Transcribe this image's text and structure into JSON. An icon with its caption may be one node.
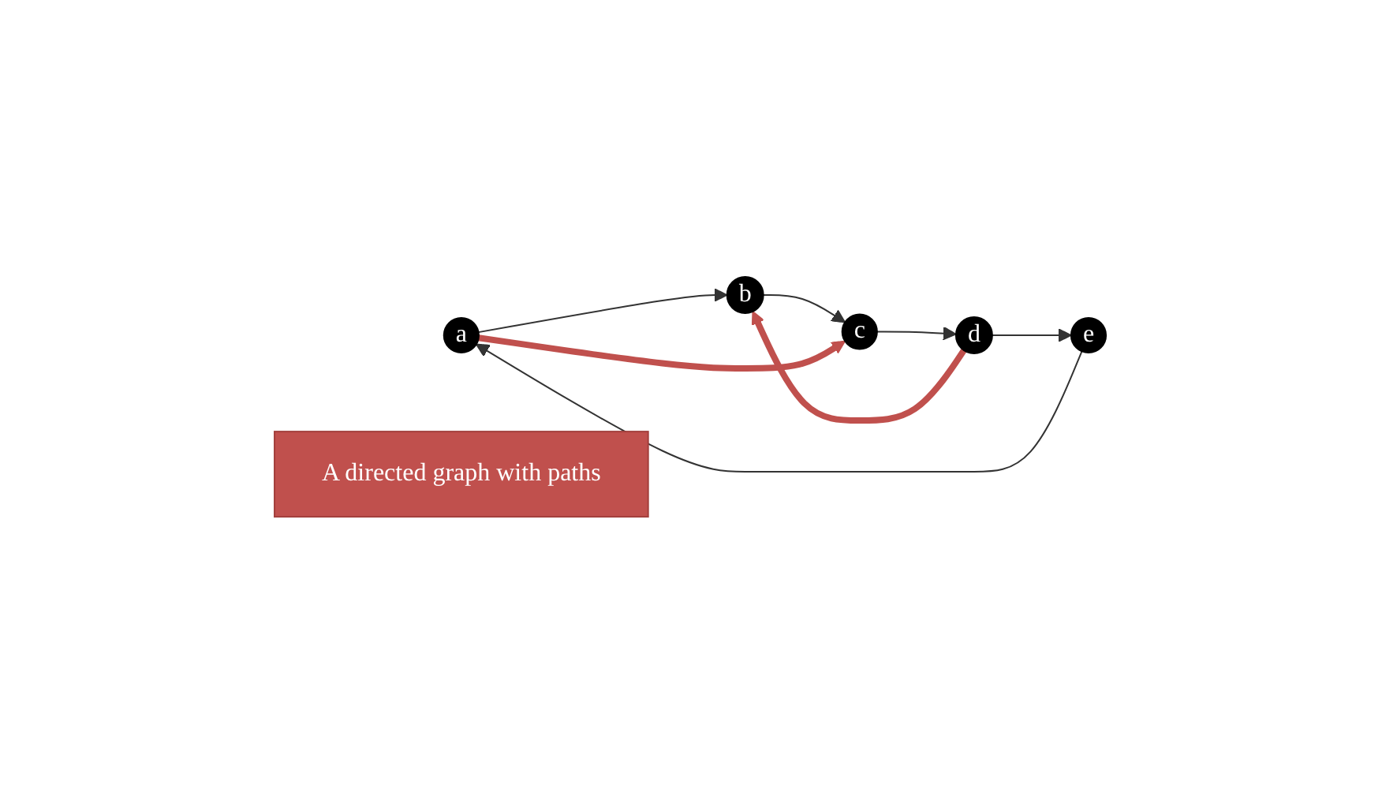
{
  "diagram": {
    "nodes": [
      {
        "text": [
          "a"
        ]
      },
      {
        "text": [
          "b"
        ]
      },
      {
        "text": [
          "c"
        ]
      },
      {
        "text": [
          "d"
        ]
      },
      {
        "text": [
          "e"
        ]
      },
      {
        "text": [
          "A directed graph with paths"
        ]
      }
    ],
    "edges": [
      {
        "from": 0,
        "to": 1,
        "arrow": "to"
      },
      {
        "from": 1,
        "to": 2,
        "arrow": "to"
      },
      {
        "from": 2,
        "to": 3,
        "arrow": "to"
      },
      {
        "from": 3,
        "to": 4,
        "arrow": "to"
      },
      {
        "from": 4,
        "to": 0,
        "arrow": "to"
      },
      {
        "from": 0,
        "to": 2,
        "arrow": "to",
        "style": "thick",
        "color": "#c0504d"
      },
      {
        "from": 3,
        "to": 1,
        "arrow": "to",
        "style": "thick",
        "color": "#c0504d"
      }
    ]
  }
}
